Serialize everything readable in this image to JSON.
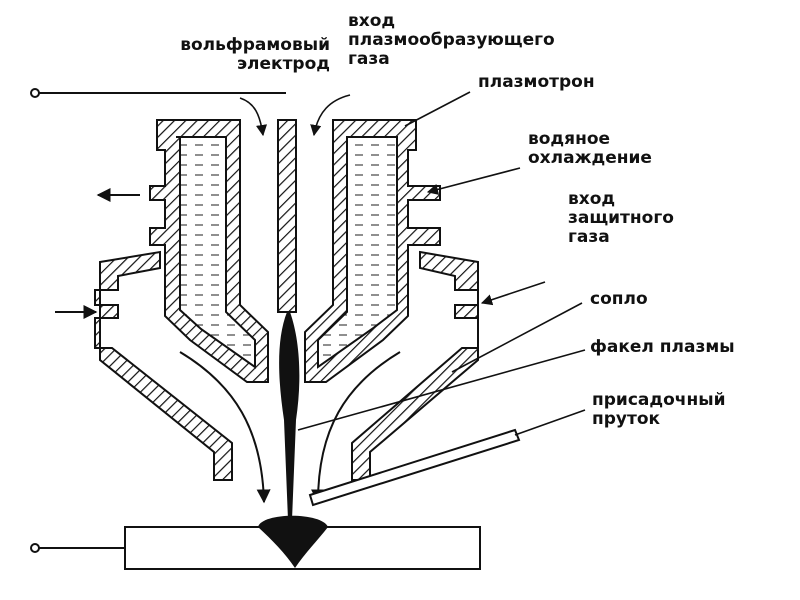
{
  "labels": {
    "electrode": "вольфрамовый\nэлектрод",
    "plasma_gas_inlet": "вход\nплазмообразующего\nгаза",
    "plasmatron": "плазмотрон",
    "water_cooling": "водяное\nохлаждение",
    "shield_gas_inlet": "вход\nзащитного\nгаза",
    "nozzle": "сопло",
    "plasma_torch": "факел плазмы",
    "filler_rod": "присадочный\nпруток"
  }
}
